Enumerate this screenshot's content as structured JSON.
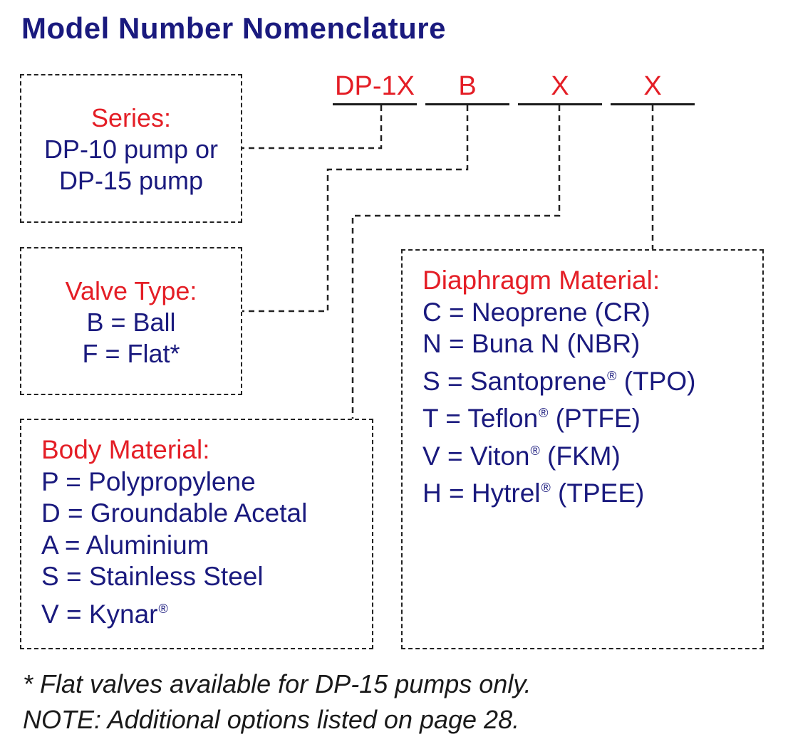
{
  "title": "Model Number Nomenclature",
  "model_code": {
    "part1": "DP-1X",
    "part2": "B",
    "part3": "X",
    "part4": "X"
  },
  "series": {
    "label": "Series:",
    "line1": "DP-10 pump or",
    "line2": "DP-15 pump"
  },
  "valve_type": {
    "label": "Valve Type:",
    "line1": "B = Ball",
    "line2": "F = Flat*"
  },
  "body_material": {
    "label": "Body Material:",
    "items": [
      {
        "text": "P = Polypropylene",
        "reg": ""
      },
      {
        "text": "D = Groundable Acetal",
        "reg": ""
      },
      {
        "text": "A = Aluminium",
        "reg": ""
      },
      {
        "text": "S = Stainless Steel",
        "reg": ""
      },
      {
        "text": "V = Kynar",
        "reg": "®"
      }
    ]
  },
  "diaphragm_material": {
    "label": "Diaphragm Material:",
    "items": [
      {
        "pre": "C = Neoprene",
        "reg": "",
        "post": " (CR)"
      },
      {
        "pre": "N = Buna N",
        "reg": "",
        "post": " (NBR)"
      },
      {
        "pre": "S = Santoprene",
        "reg": "®",
        "post": " (TPO)"
      },
      {
        "pre": "T = Teflon",
        "reg": "®",
        "post": " (PTFE)"
      },
      {
        "pre": "V = Viton",
        "reg": "®",
        "post": " (FKM)"
      },
      {
        "pre": "H = Hytrel",
        "reg": "®",
        "post": " (TPEE)"
      }
    ]
  },
  "footnotes": {
    "flat_note": "* Flat valves available for DP-15 pumps only.",
    "options_note": "NOTE: Additional options listed on page 28."
  },
  "colors": {
    "heading_blue": "#1a1a7e",
    "label_red": "#e41e26"
  }
}
